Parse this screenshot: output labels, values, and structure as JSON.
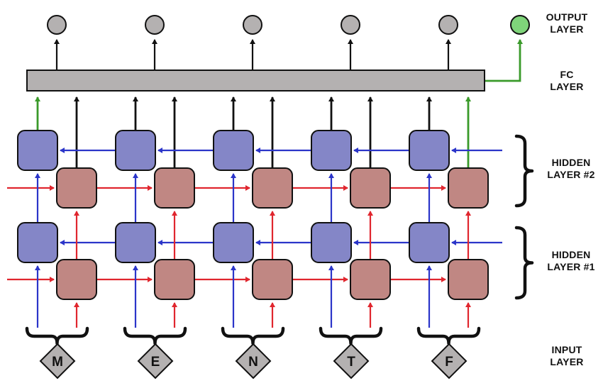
{
  "colors": {
    "forward_cell": "#c08783",
    "backward_cell": "#8486c7",
    "forward_arrow": "#e0262e",
    "backward_arrow": "#2b35c9",
    "highlight_arrow": "#3a9a2a",
    "output_node": "#b4b1b1",
    "active_output_node": "#7fd47a",
    "fc_bar": "#b4b1b1",
    "stroke": "#111111"
  },
  "layers": {
    "output": [
      "OUTPUT",
      "LAYER"
    ],
    "fc": [
      "FC",
      "LAYER"
    ],
    "hidden2": [
      "HIDDEN",
      "LAYER #2"
    ],
    "hidden1": [
      "HIDDEN",
      "LAYER #1"
    ],
    "input": [
      "INPUT",
      "LAYER"
    ]
  },
  "inputs": [
    "M",
    "E",
    "N",
    "T",
    "F"
  ]
}
